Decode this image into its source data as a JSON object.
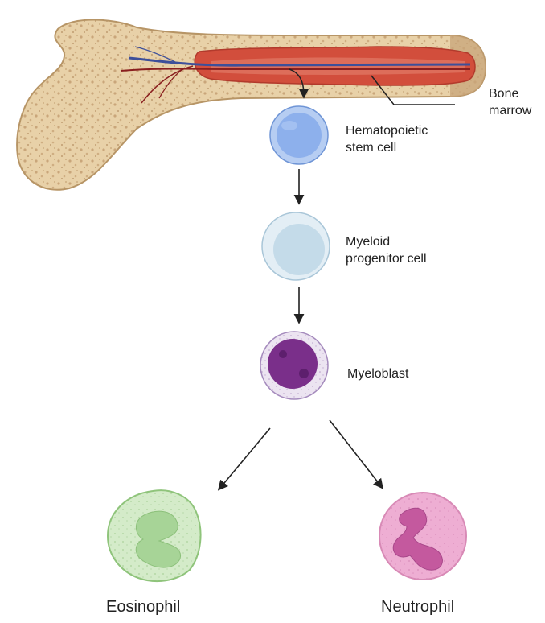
{
  "labels": {
    "bone_marrow": [
      "Bone",
      "marrow"
    ],
    "hsc": [
      "Hematopoietic",
      "stem cell"
    ],
    "myeloid": [
      "Myeloid",
      "progenitor cell"
    ],
    "myeloblast": "Myeloblast",
    "eosinophil": "Eosinophil",
    "neutrophil": "Neutrophil"
  },
  "colors": {
    "bone_fill": "#e6cfa6",
    "bone_speckle": "#c7a77a",
    "marrow": "#d0503e",
    "hsc": "#8db0ec",
    "myeloid": "#cfe1ee",
    "myeloblast_nucleus": "#7a2f8a",
    "eosinophil": "#cfe9c4",
    "neutrophil": "#e9a6cc"
  }
}
